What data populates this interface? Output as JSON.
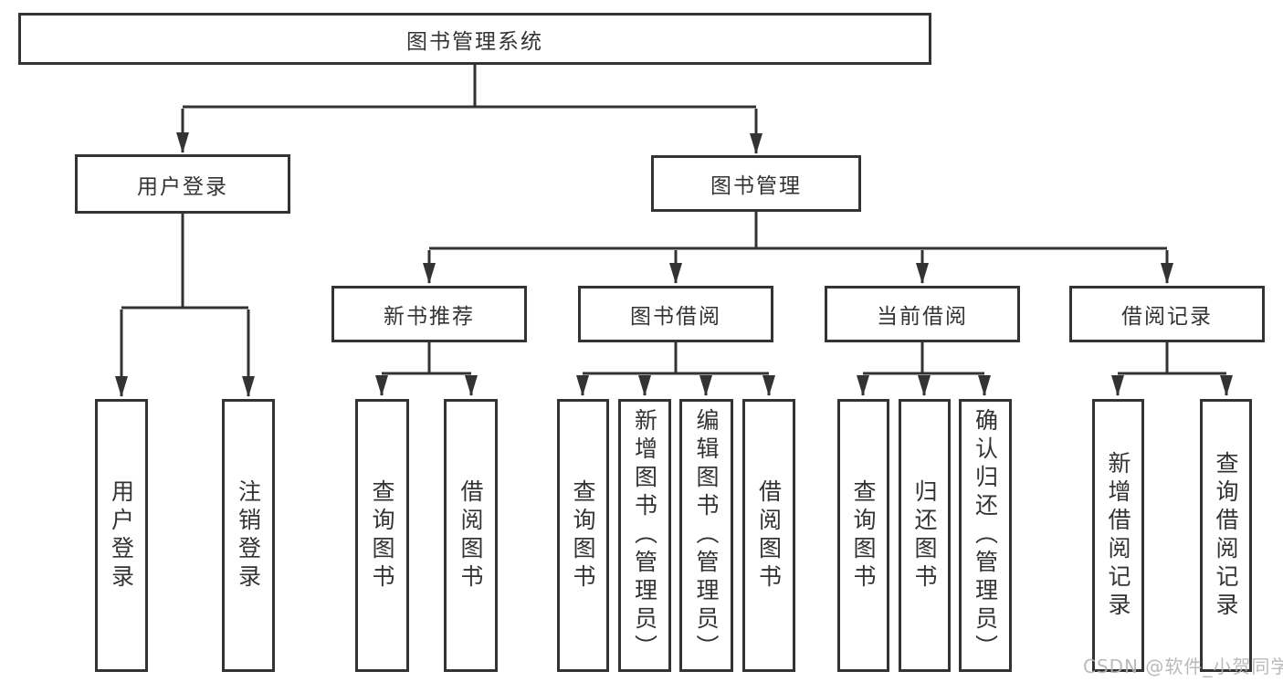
{
  "colors": {
    "line": "#333333",
    "text": "#333333",
    "background": "#ffffff",
    "watermark": "#b3b3b3"
  },
  "nodes": {
    "root": "图书管理系统",
    "user_login": "用户登录",
    "book_mgmt": "图书管理",
    "new_book": "新书推荐",
    "book_borrow": "图书借阅",
    "current_borrow": "当前借阅",
    "borrow_record": "借阅记录",
    "leaf_user_login": "用户登录",
    "leaf_logout": "注销登录",
    "nb_query": "查询图书",
    "nb_borrow": "借阅图书",
    "bb_query": "查询图书",
    "bb_add": "新增图书（管理员）",
    "bb_edit": "编辑图书（管理员）",
    "bb_borrow": "借阅图书",
    "cb_query": "查询图书",
    "cb_return": "归还图书",
    "cb_confirm": "确认归还（管理员）",
    "br_add": "新增借阅记录",
    "br_query": "查询借阅记录"
  },
  "watermark": "CSDN @软件_小贺同学"
}
